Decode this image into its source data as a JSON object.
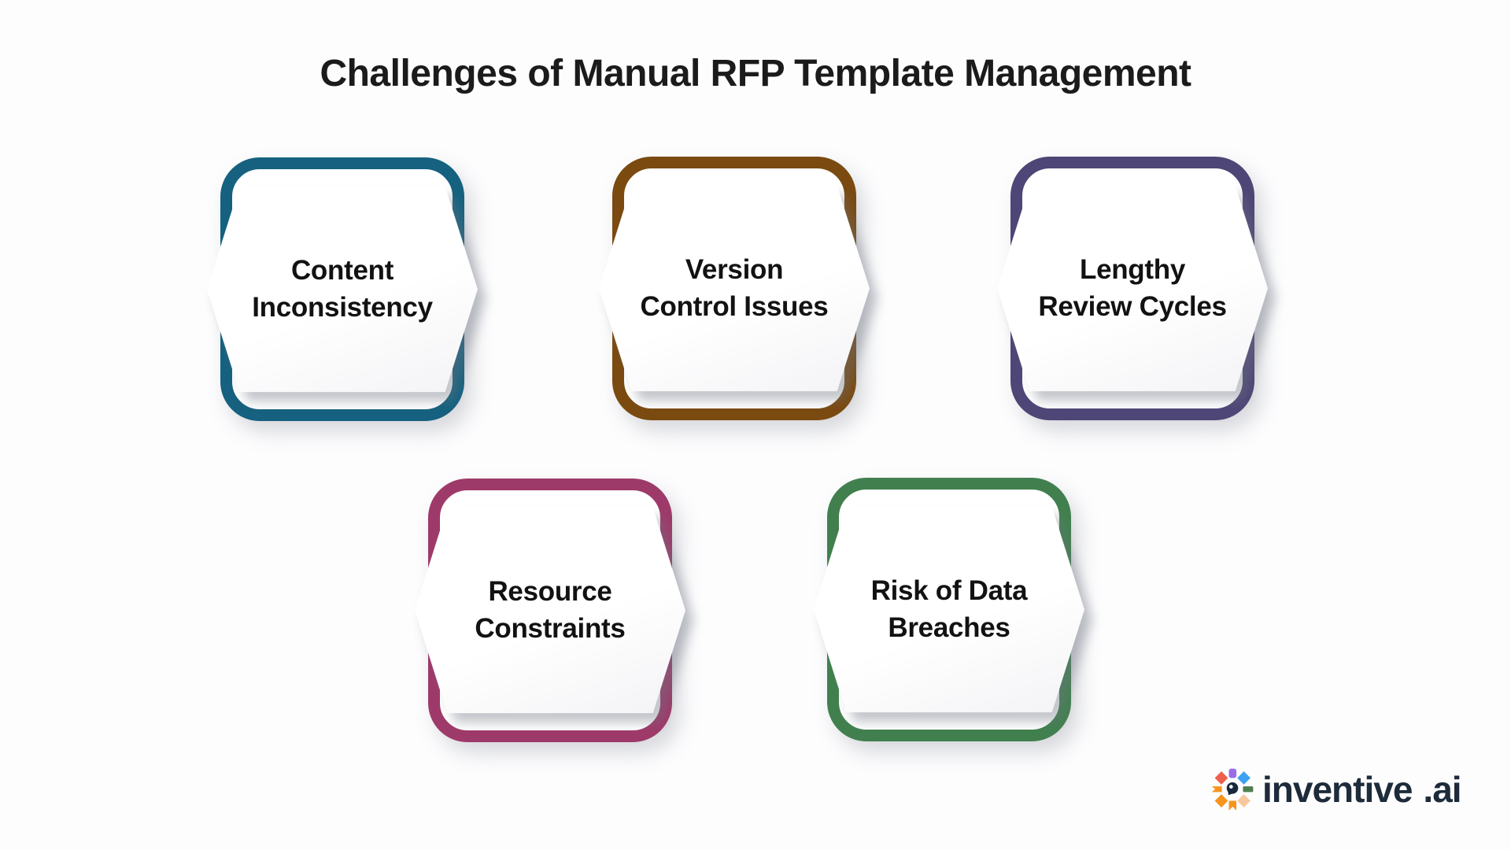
{
  "page": {
    "title": "Challenges of Manual RFP Template Management",
    "background_color": "#fdfdfe",
    "title_color": "#1b1b1b"
  },
  "cards": [
    {
      "id": "content-inconsistency",
      "label": "Content Inconsistency",
      "line1": "Content",
      "line2": "Inconsistency",
      "border_color": "#15617f"
    },
    {
      "id": "version-control-issues",
      "label": "Version Control Issues",
      "line1": "Version",
      "line2": "Control Issues",
      "border_color": "#7a4a10"
    },
    {
      "id": "lengthy-review-cycles",
      "label": "Lengthy Review Cycles",
      "line1": "Lengthy",
      "line2": "Review Cycles",
      "border_color": "#4e4676"
    },
    {
      "id": "resource-constraints",
      "label": "Resource Constraints",
      "line1": "Resource",
      "line2": "Constraints",
      "border_color": "#9e3a69"
    },
    {
      "id": "risk-of-data-breaches",
      "label": "Risk of Data Breaches",
      "line1": "Risk of Data",
      "line2": "Breaches",
      "border_color": "#41804e"
    }
  ],
  "logo": {
    "name": "inventive.ai",
    "text": "inventive",
    "suffix": ".ai",
    "text_color": "#1d2b3a",
    "icon": "inventive-pinwheel-icon",
    "icon_colors": {
      "coral": "#ee5f4e",
      "purple": "#9c6bea",
      "blue": "#3ea2f2",
      "green": "#4c7f4e",
      "peach": "#f6c89e",
      "orange": "#f7941e",
      "navy": "#16293c"
    }
  }
}
